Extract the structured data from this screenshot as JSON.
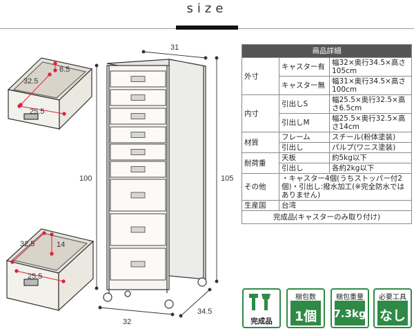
{
  "page": {
    "title": "size"
  },
  "dimensions": {
    "cabinet": {
      "width_top": "31",
      "height_left": "100",
      "height_right": "105",
      "width_bottom": "32",
      "depth": "34.5"
    },
    "drawer_s": {
      "depth": "32.5",
      "height": "6.5",
      "width": "25.5"
    },
    "drawer_m": {
      "depth": "32.5",
      "height": "14",
      "width": "25.5"
    }
  },
  "spec": {
    "header": "商品詳細",
    "outer_label": "外寸",
    "caster_yes": "キャスター有",
    "caster_yes_val": "幅32×奥行34.5×高さ105cm",
    "caster_no": "キャスター無",
    "caster_no_val": "幅31×奥行34.5×高さ100cm",
    "inner_label": "内寸",
    "drawer_s": "引出しS",
    "drawer_s_val": "幅25.5×奥行32.5×高さ6.5cm",
    "drawer_m": "引出しM",
    "drawer_m_val": "幅25.5×奥行32.5×高さ14cm",
    "material_label": "材質",
    "frame": "フレーム",
    "frame_val": "スチール(粉体塗装)",
    "drawer": "引出し",
    "drawer_mat_val": "パルプ(ワニス塗装)",
    "load_label": "耐荷重",
    "top": "天板",
    "top_val": "約5kg以下",
    "drawer_load": "引出し",
    "drawer_load_val": "各約2kg以下",
    "other_label": "その他",
    "other_val": "・キャスター4個(うちストッパー付2個)・引出し:撥水加工(※完全防水ではありません)",
    "origin_label": "生産国",
    "origin_val": "台湾",
    "footer": "完成品(キャスターのみ取り付け)"
  },
  "badges": [
    {
      "label": "",
      "value": "完成品",
      "icon": "tools-icon"
    },
    {
      "label": "梱包数",
      "value": "1個"
    },
    {
      "label": "梱包重量",
      "value": "7.3kg"
    },
    {
      "label": "必要工具",
      "value": "なし"
    }
  ],
  "colors": {
    "badge_green": "#2f8a46",
    "header_gray": "#555555",
    "accent_red": "#d9253a"
  }
}
